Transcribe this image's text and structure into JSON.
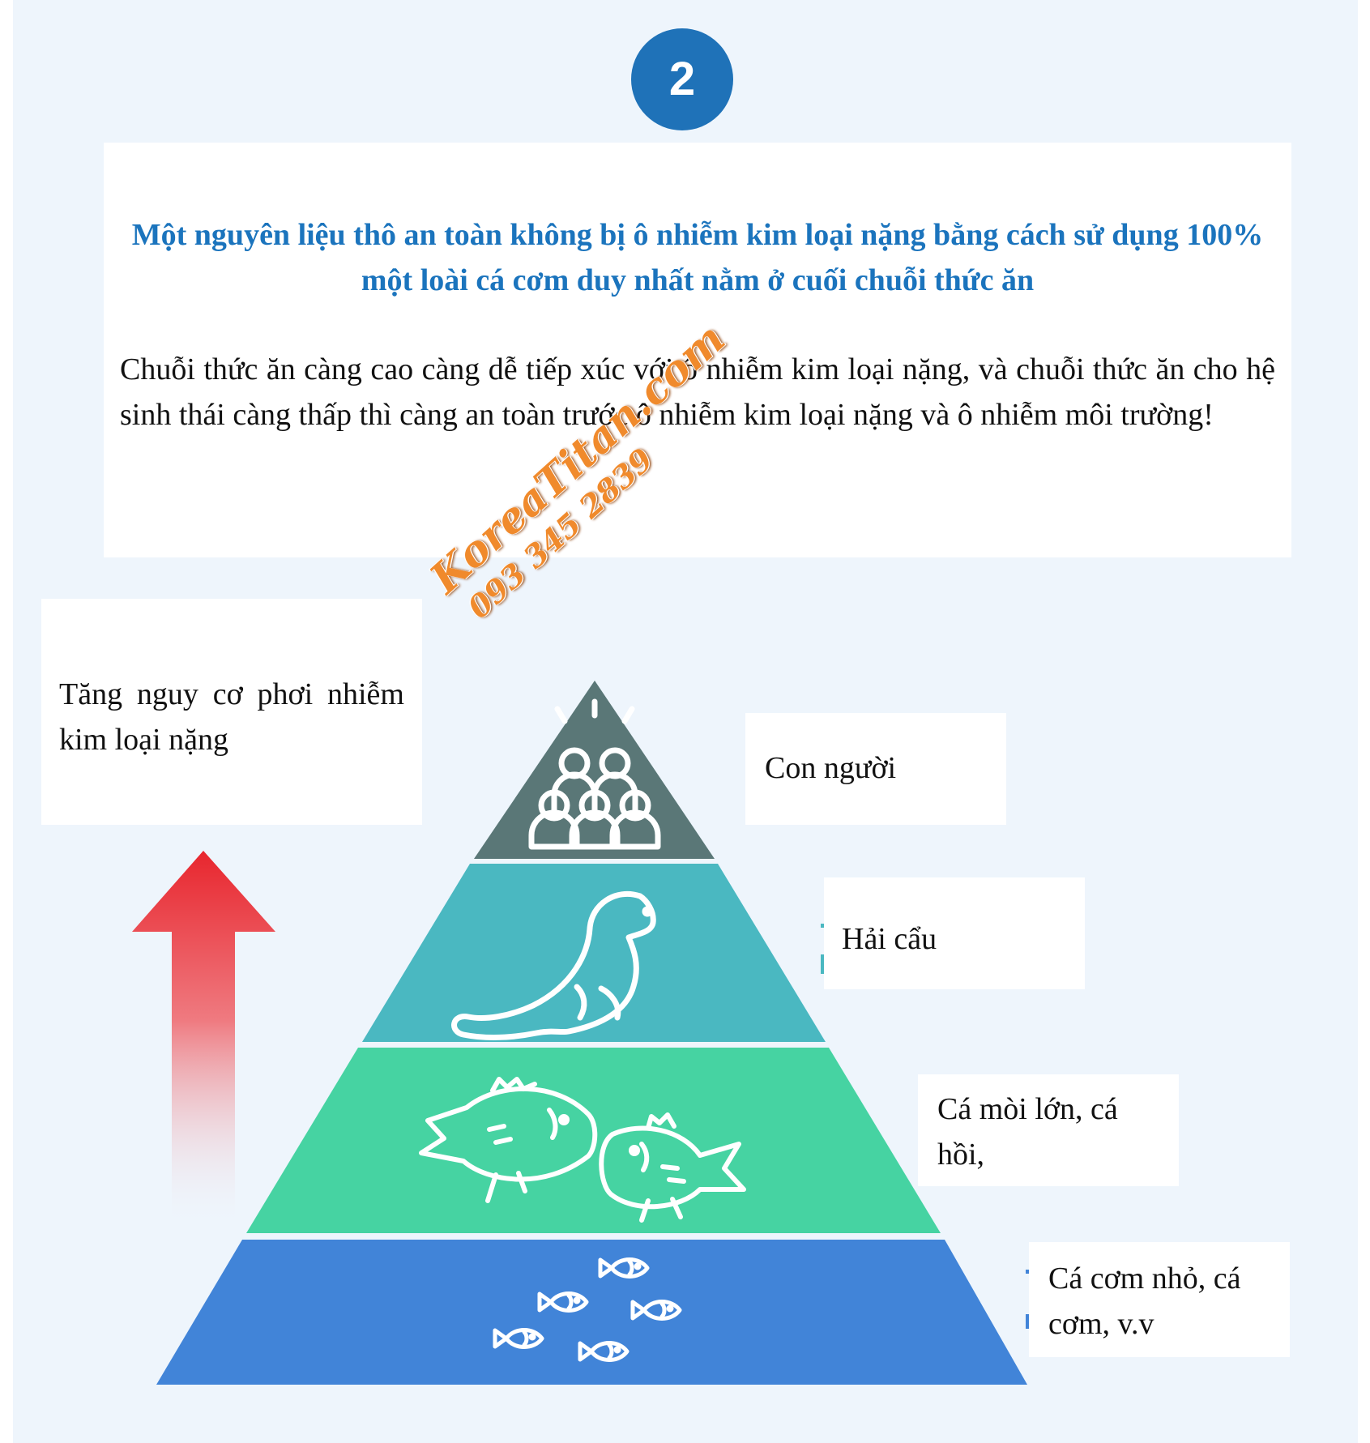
{
  "step": {
    "number": "2"
  },
  "intro": {
    "heading": "Một nguyên liệu thô an toàn không bị ô nhiễm kim loại nặng bằng cách sử dụng 100% một loài cá cơm duy nhất nằm ở cuối chuỗi thức ăn",
    "body": "Chuỗi thức ăn càng cao càng dễ tiếp xúc với ô nhiễm kim loại nặng, và chuỗi thức ăn cho hệ sinh thái càng thấp thì càng an toàn trước ô nhiễm kim loại nặng và ô nhiễm môi trường!"
  },
  "risk": {
    "label": "Tăng nguy cơ phơi nhiễm kim loại nặng"
  },
  "pyramid": {
    "levels": [
      {
        "label": "Con người",
        "icon": "people-group-icon",
        "color": "#5a7777"
      },
      {
        "label": "Hải cẩu",
        "icon": "seal-icon",
        "color": "#4ab8c1"
      },
      {
        "label": "Cá mòi lớn, cá hồi,",
        "icon": "large-fish-icon",
        "color": "#46d3a2"
      },
      {
        "label": "Cá cơm nhỏ, cá cơm, v.v",
        "icon": "small-fish-school-icon",
        "color": "#4184d8"
      }
    ]
  },
  "colors": {
    "accent": "#1f72b8",
    "heading": "#1b74bd",
    "arrow_top": "#e8262e",
    "background": "#eef5fc"
  },
  "watermark": {
    "site": "KoreaTitan.com",
    "phone": "093 345 2839"
  }
}
